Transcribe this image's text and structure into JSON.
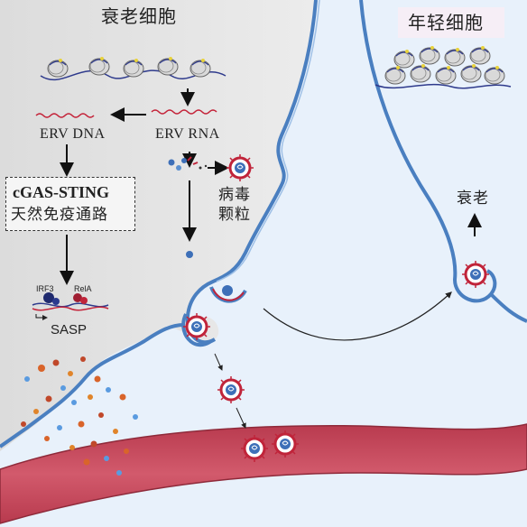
{
  "labels": {
    "senescent_cell": "衰老细胞",
    "young_cell": "年轻细胞",
    "erv_dna": "ERV DNA",
    "erv_rna": "ERV RNA",
    "cgas_sting": "cGAS-STING",
    "innate_immune": "天然免疫通路",
    "virus_line1": "病毒",
    "virus_line2": "颗粒",
    "senescence": "衰老",
    "irf3": "IRF3",
    "rela": "RelA",
    "sasp": "SASP"
  },
  "colors": {
    "senescent_bg": "#e4e4e4",
    "extracellular": "#e8f1fb",
    "membrane": "#4a7fc0",
    "virus": "#c0243a",
    "vessel": "#c8475a",
    "dna": "#2e3a8c",
    "rna": "#c4243a",
    "young_label_bg": "#f6eef6"
  }
}
